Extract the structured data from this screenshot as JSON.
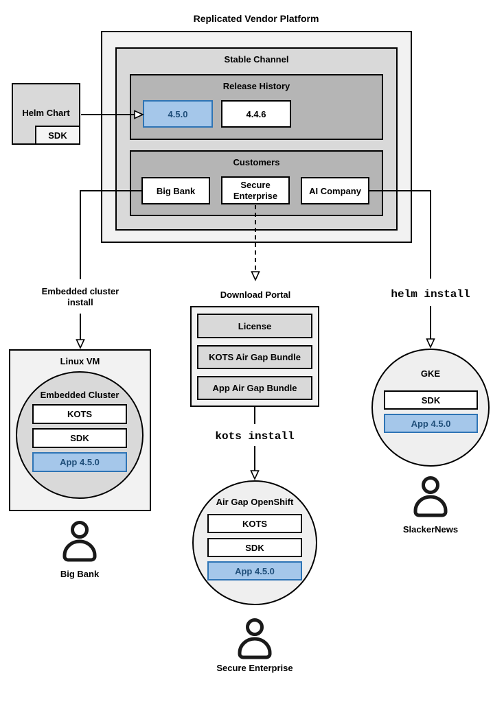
{
  "colors": {
    "highlight_fill": "#A5C7EA",
    "highlight_border": "#2E74B5",
    "highlight_text": "#1F4E79",
    "container_light_gray": "#F2F2F2",
    "container_mid_gray": "#D9D9D9",
    "container_dark_gray": "#B5B5B5",
    "line_color": "#000000"
  },
  "platform": {
    "title": "Replicated Vendor Platform",
    "stable_channel": {
      "label": "Stable Channel"
    },
    "release_history": {
      "label": "Release History",
      "releases": [
        {
          "version": "4.5.0"
        },
        {
          "version": "4.4.6"
        }
      ]
    },
    "customers": {
      "label": "Customers",
      "items": [
        {
          "name": "Big Bank"
        },
        {
          "name": "Secure Enterprise"
        },
        {
          "name": "AI Company"
        }
      ]
    }
  },
  "helm_chart": {
    "label": "Helm Chart",
    "sdk": "SDK"
  },
  "download_portal": {
    "label": "Download Portal",
    "items": [
      {
        "name": "License"
      },
      {
        "name": "KOTS Air Gap Bundle"
      },
      {
        "name": "App Air Gap Bundle"
      }
    ]
  },
  "flows": {
    "embedded": {
      "install_label": "Embedded cluster install",
      "host_label": "Linux VM",
      "cluster_label": "Embedded Cluster",
      "components": [
        {
          "name": "KOTS"
        },
        {
          "name": "SDK"
        },
        {
          "name": "App 4.5.0"
        }
      ],
      "user": "Big Bank"
    },
    "airgap": {
      "install_label": "kots install",
      "cluster_label": "Air Gap OpenShift",
      "components": [
        {
          "name": "KOTS"
        },
        {
          "name": "SDK"
        },
        {
          "name": "App 4.5.0"
        }
      ],
      "user": "Secure Enterprise"
    },
    "helm": {
      "install_label": "helm install",
      "cluster_label": "GKE",
      "components": [
        {
          "name": "SDK"
        },
        {
          "name": "App 4.5.0"
        }
      ],
      "user": "SlackerNews"
    }
  }
}
